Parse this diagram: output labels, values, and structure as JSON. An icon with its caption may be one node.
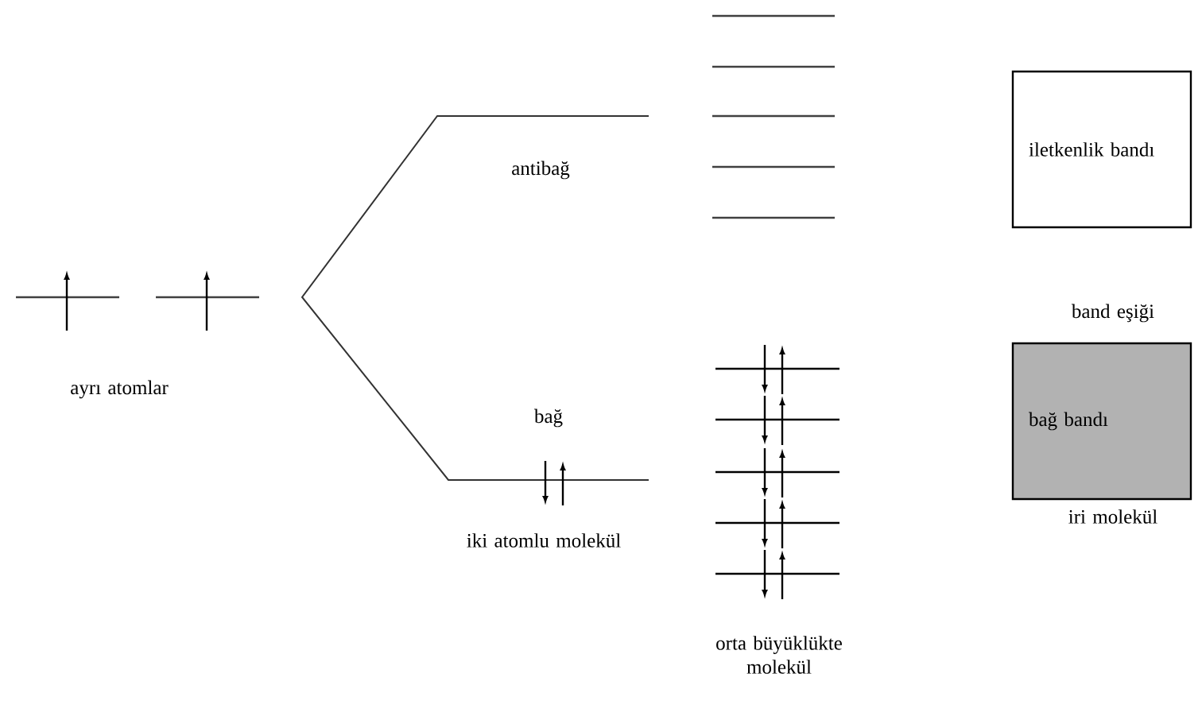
{
  "diagram": {
    "nodes": [
      {
        "text": [
          "iletkenlik bandı"
        ]
      },
      {
        "text": [
          "bağ bandı"
        ]
      }
    ],
    "labels": [
      "antibağ",
      "band eşiği",
      "ayrı atomlar",
      "bağ",
      "iri molekül",
      "iki atomlu molekül",
      "orta büyüklükte molekül"
    ]
  }
}
